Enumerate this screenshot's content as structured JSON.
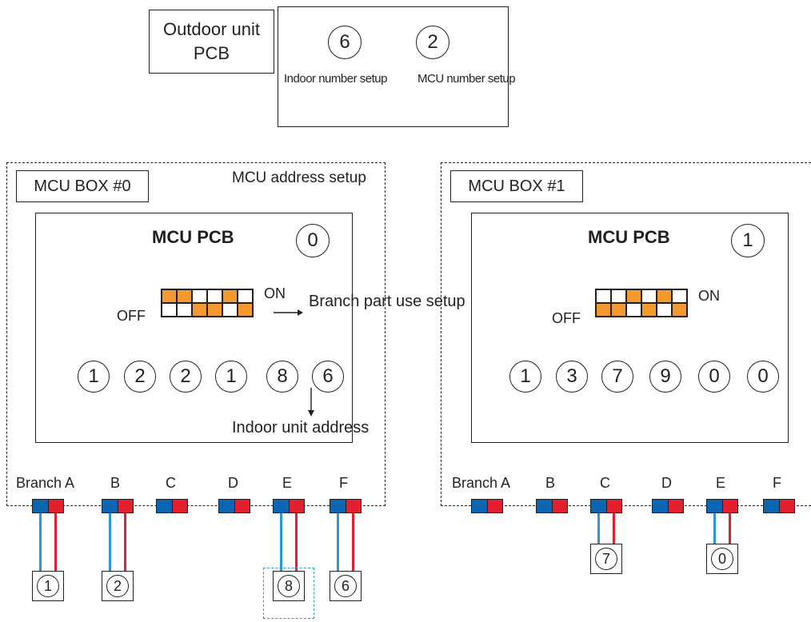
{
  "outdoor": {
    "pcb_label_line1": "Outdoor unit",
    "pcb_label_line2": "PCB",
    "indoor_count_value": "6",
    "mcu_count_value": "2",
    "indoor_count_label": "Indoor number setup",
    "mcu_count_label": "MCU number setup"
  },
  "mcu_boxes": [
    {
      "title": "MCU BOX #0",
      "address_setup_label": "MCU address setup",
      "pcb_label": "MCU PCB",
      "address_value": "0",
      "dip_on_label": "ON",
      "dip_off_label": "OFF",
      "branch_use_label": "Branch part use setup",
      "dip_top_on": [
        true,
        true,
        false,
        false,
        true,
        false
      ],
      "dip_bottom_on": [
        false,
        false,
        true,
        true,
        false,
        true
      ],
      "indoor_addresses": [
        "1",
        "2",
        "2",
        "1",
        "8",
        "6"
      ],
      "indoor_address_label": "Indoor unit address",
      "branches": [
        "Branch A",
        "B",
        "C",
        "D",
        "E",
        "F"
      ],
      "units": [
        {
          "branch": "A",
          "number": "1"
        },
        {
          "branch": "B",
          "number": "2"
        },
        {
          "branch": "E",
          "number": "8",
          "highlighted": true
        },
        {
          "branch": "F",
          "number": "6"
        }
      ]
    },
    {
      "title": "MCU BOX #1",
      "pcb_label": "MCU PCB",
      "address_value": "1",
      "dip_on_label": "ON",
      "dip_off_label": "OFF",
      "dip_top_on": [
        false,
        false,
        true,
        false,
        true,
        false
      ],
      "dip_bottom_on": [
        true,
        true,
        false,
        true,
        false,
        true
      ],
      "indoor_addresses": [
        "1",
        "3",
        "7",
        "9",
        "0",
        "0"
      ],
      "branches": [
        "Branch A",
        "B",
        "C",
        "D",
        "E",
        "F"
      ],
      "units": [
        {
          "branch": "C",
          "number": "7"
        },
        {
          "branch": "E",
          "number": "0"
        }
      ]
    }
  ],
  "colors": {
    "dip_on": "#f29a2e",
    "connector_blue": "#0a66b3",
    "connector_red": "#e5202e",
    "wire_blue": "#2b97d6",
    "highlight_dash": "#2b97d6"
  }
}
